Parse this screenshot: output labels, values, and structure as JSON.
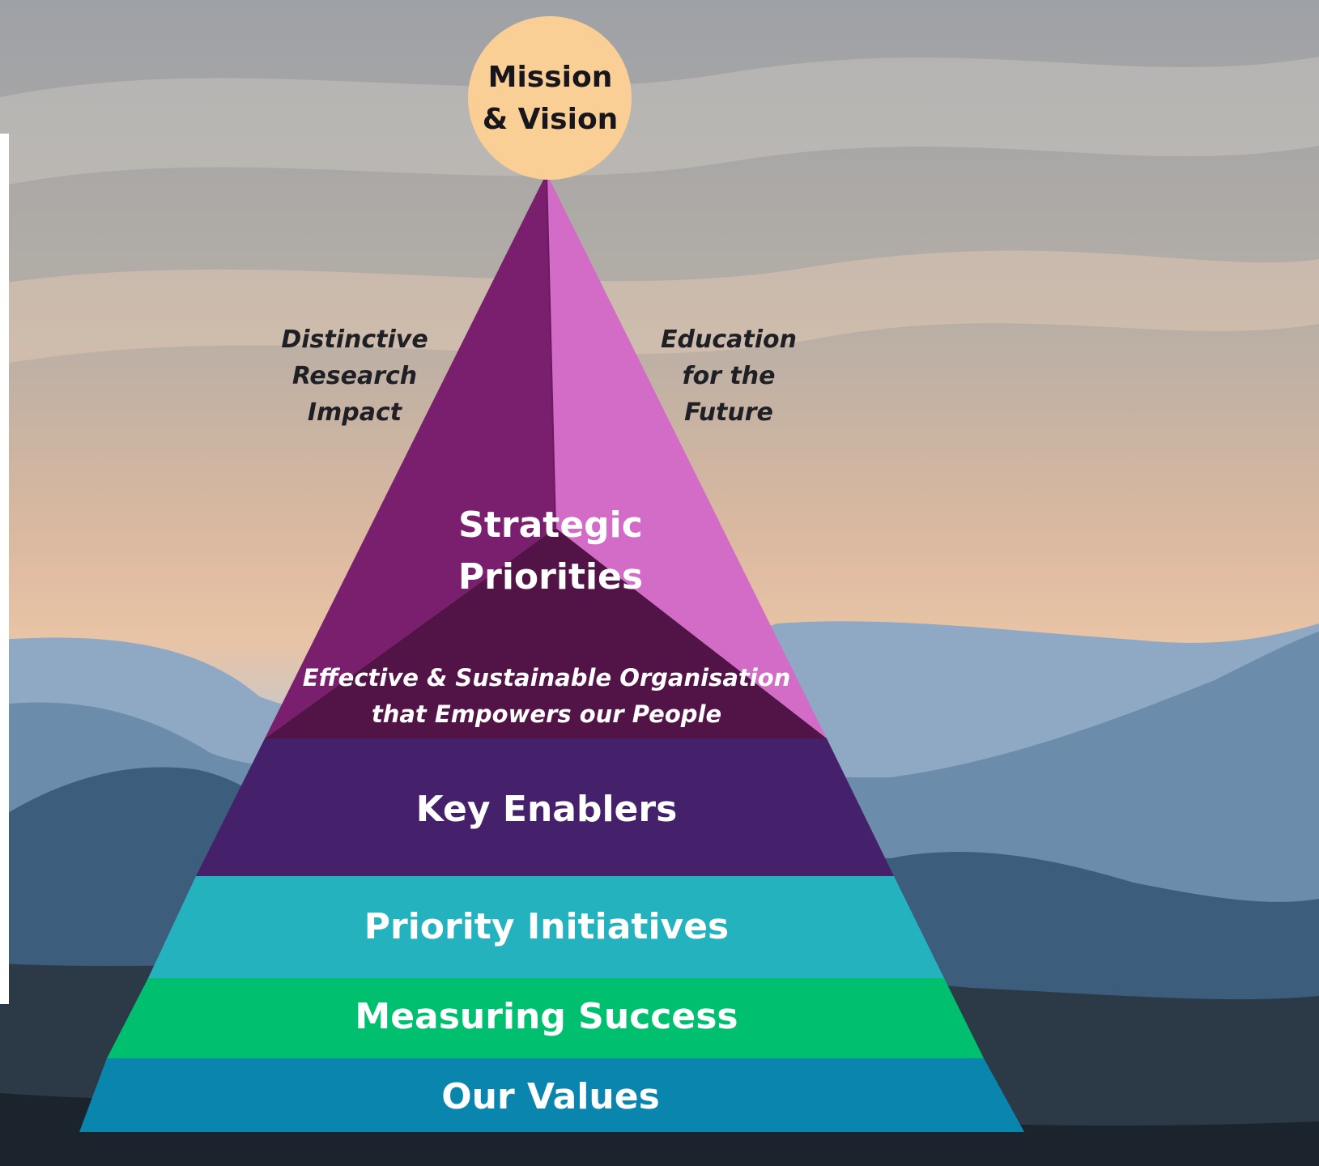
{
  "apex": {
    "line1": "Mission",
    "line2": "& Vision"
  },
  "side_labels": {
    "left": {
      "line1": "Distinctive",
      "line2": "Research",
      "line3": "Impact"
    },
    "right": {
      "line1": "Education",
      "line2": "for the",
      "line3": "Future"
    }
  },
  "center": {
    "strategic": {
      "line1": "Strategic",
      "line2": "Priorities"
    },
    "organisation": {
      "line1": "Effective & Sustainable Organisation",
      "line2": "that Empowers our People"
    }
  },
  "layers": {
    "key_enablers": "Key Enablers",
    "priority_initiatives": "Priority Initiatives",
    "measuring_success": "Measuring Success",
    "our_values": "Our Values"
  },
  "colors": {
    "apex_circle": "#f9cf96",
    "left_face": "#7a1f6e",
    "right_face": "#d36cc7",
    "inner_triangle": "#521447",
    "key_enablers": "#45216b",
    "priority_initiatives": "#24b3be",
    "measuring_success": "#00c070",
    "our_values": "#0a86ae"
  }
}
